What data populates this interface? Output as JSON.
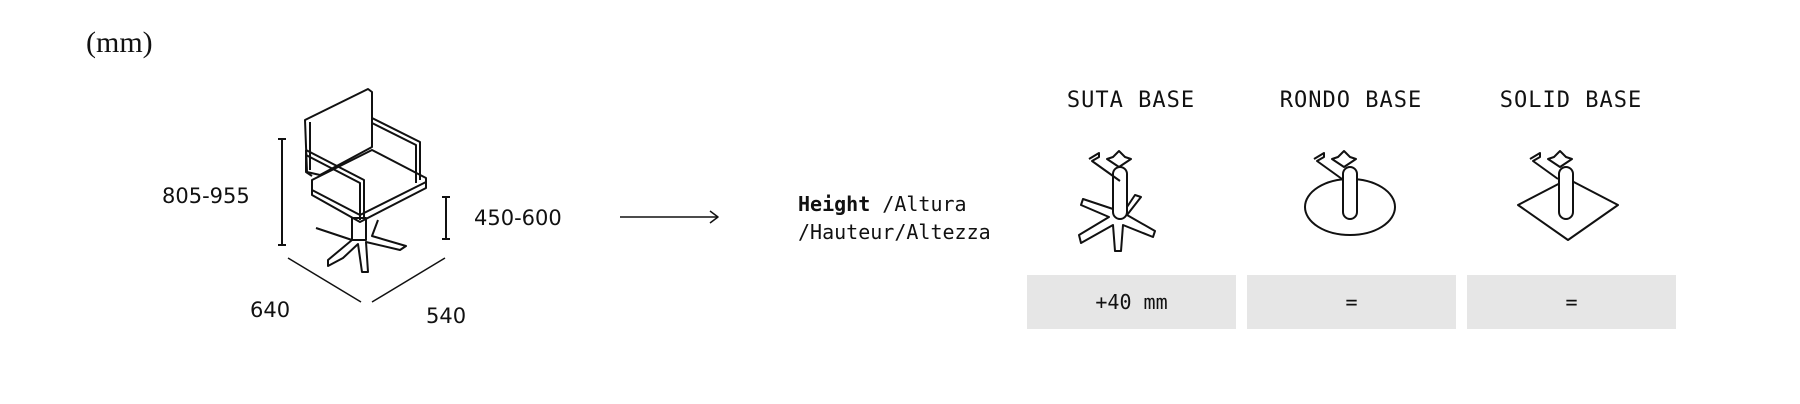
{
  "unit_label": "(mm)",
  "dimensions": {
    "total_height": "805-955",
    "seat_height": "450-600",
    "depth": "640",
    "width": "540"
  },
  "height_label": {
    "primary": "Height",
    "translations_line1": "/Altura",
    "translations_line2": "/Hauteur/Altezza"
  },
  "bases": [
    {
      "name": "SUTA BASE",
      "value": "+40 mm",
      "icon": "star-base-icon"
    },
    {
      "name": "RONDO BASE",
      "value": "=",
      "icon": "round-base-icon"
    },
    {
      "name": "SOLID BASE",
      "value": "=",
      "icon": "square-base-icon"
    }
  ],
  "colors": {
    "box_bg": "#e6e6e6",
    "ink": "#111111"
  }
}
